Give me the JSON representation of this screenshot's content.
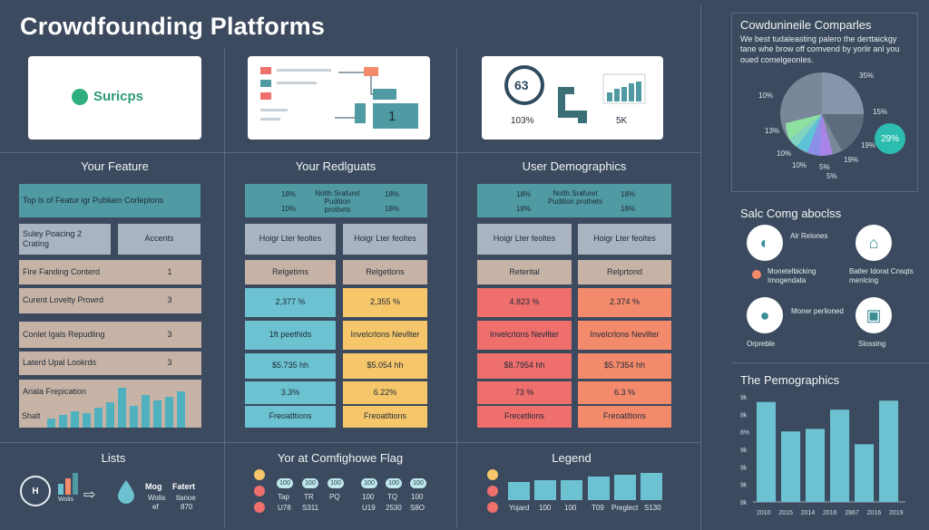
{
  "page": {
    "title": "Crowdfounding Platforms"
  },
  "top_cards": {
    "logo": {
      "brand": "Suricps"
    },
    "card3": {
      "badge": "63",
      "left_value": "103%",
      "right_value": "5K"
    },
    "card2": {
      "value": "1"
    }
  },
  "col1": {
    "title": "Your Feature",
    "header": "Top ls of Featur igr Publiam Corleplons",
    "row_header_left": "Suley Poacing 2 Crating",
    "row_header_right": "Accents",
    "rows": [
      {
        "label": "Fire Fanding Conterd",
        "value": "1"
      },
      {
        "label": "Curent Lovelty Prowrd",
        "value": "3"
      },
      {
        "label": "Conlet Igals Repudling",
        "value": "3"
      },
      {
        "label": "Laterd Upal Lookrds",
        "value": "3"
      },
      {
        "label": "Ariala Frepication",
        "value": ""
      },
      {
        "label": "Shalt",
        "value": ""
      }
    ]
  },
  "col2": {
    "title": "Your Redlguats",
    "header_left": "18%",
    "header_center": "Nolth Srafuret Pudition prothets",
    "header_right": "18%",
    "header_left2": "10%",
    "header_right2": "18%",
    "subheads": [
      "Hoigr Lter feoltes",
      "Hoigr Lter feoltes"
    ],
    "rows": [
      [
        "Relgetims",
        "Relgetlons"
      ],
      [
        "2,377 %",
        "2,355 %"
      ],
      [
        "1ft peethids",
        "Invelcrlons Nevllter"
      ],
      [
        "$5.735 hh",
        "$5.054 hh"
      ],
      [
        "3.3%",
        "6.22%"
      ],
      [
        "Freoatltions",
        "Freoatltions"
      ]
    ]
  },
  "col3": {
    "title": "User Demographics",
    "header_left": "18%",
    "header_center": "Nolth Srafuret Pudition prothets",
    "header_right": "18%",
    "header_left2": "18%",
    "header_right2": "18%",
    "subheads": [
      "Hoigr Lter feoltes",
      "Hoigr Lter feoltes"
    ],
    "rows": [
      [
        "Reterital",
        "Relprtond"
      ],
      [
        "4.823 %",
        "2.374 %"
      ],
      [
        "Invelcrlons Nevllter",
        "Invelcrlons Nevllter"
      ],
      [
        "$8.7954 hh",
        "$5.7354 hh"
      ],
      [
        "73 %",
        "6.3 %"
      ],
      [
        "Frecetlions",
        "Freoatltions"
      ]
    ]
  },
  "bottom": {
    "lists_title": "Lists",
    "mid_title": "Yor at Comfighowe Flag",
    "legend_title": "Legend",
    "lists_text": [
      "Mog",
      "Fatert",
      "Wolis",
      "tlanoe",
      "ef",
      "870"
    ],
    "pill_row1": [
      "100",
      "100",
      "100",
      "100",
      "100",
      "100"
    ],
    "pill_row2": [
      "Tap",
      "TR",
      "PQ",
      "100",
      "TQ",
      "100"
    ],
    "pill_row3": [
      "U78",
      "S311",
      "",
      "U19",
      "2530",
      "S8O"
    ],
    "legend_labels": [
      "Yojard",
      "100",
      "100",
      "T09",
      "Preglect",
      "S130"
    ]
  },
  "right_panel": {
    "pie_title": "Cowdunineile Comparles",
    "pie_desc": "We best tudaleasting palero the derttaickgy tane whe brow off comvend by yorlir anl you oued comelgeonles.",
    "pie_labels": [
      "35%",
      "10%",
      "15%",
      "13%",
      "10%",
      "5%",
      "19%",
      "5%",
      "19%",
      "10%"
    ],
    "pie_badge": "29%",
    "companies_title": "Salc Comg aboclss",
    "companies": [
      {
        "name": "Alr Relones",
        "icon": "c-icon"
      },
      {
        "name": "",
        "icon": "home-icon"
      },
      {
        "name": "Monetelbicking Imogendata",
        "icon": ""
      },
      {
        "name": "Batler Idorat Cnsqts menlcing",
        "icon": ""
      },
      {
        "name": "Moner perlioned",
        "icon": "chat-icon"
      },
      {
        "name": "",
        "icon": "frame-icon"
      },
      {
        "name": "Orpreble",
        "icon": ""
      },
      {
        "name": "Slossing",
        "icon": ""
      }
    ],
    "bars_title": "The Pemographics",
    "bars": {
      "yticks": [
        "9k",
        "8k",
        "8%",
        "9k",
        "9k",
        "9k",
        "8k"
      ],
      "xticks": [
        "2010",
        "2015",
        "2014",
        "2016",
        "2867",
        "2016",
        "2019"
      ],
      "values": [
        7.8,
        5.5,
        5.7,
        7.2,
        4.5,
        7.9
      ]
    }
  },
  "colors": {
    "background": "#3b4a5e",
    "teal": "#4f9aa3",
    "cyan": "#6cc2d0",
    "orange": "#f6c66b",
    "coral": "#ef6f6d"
  }
}
